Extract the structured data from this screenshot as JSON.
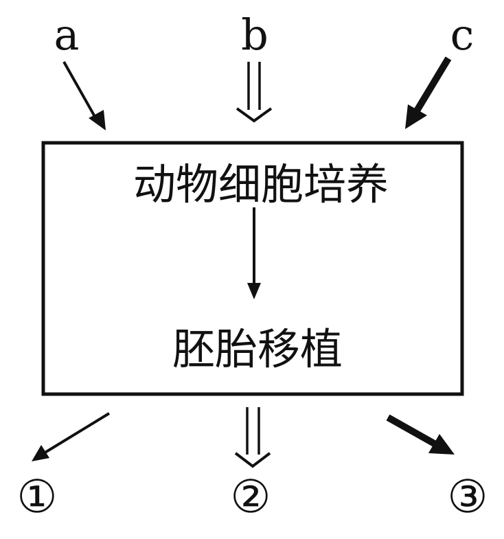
{
  "inputs": [
    {
      "label": "a"
    },
    {
      "label": "b"
    },
    {
      "label": "c"
    }
  ],
  "process_box": {
    "step1": "动物细胞培养",
    "step2": "胚胎移植"
  },
  "outputs": [
    {
      "label": "①"
    },
    {
      "label": "②"
    },
    {
      "label": "③"
    }
  ],
  "colors": {
    "stroke": "#111111",
    "background": "#ffffff"
  }
}
